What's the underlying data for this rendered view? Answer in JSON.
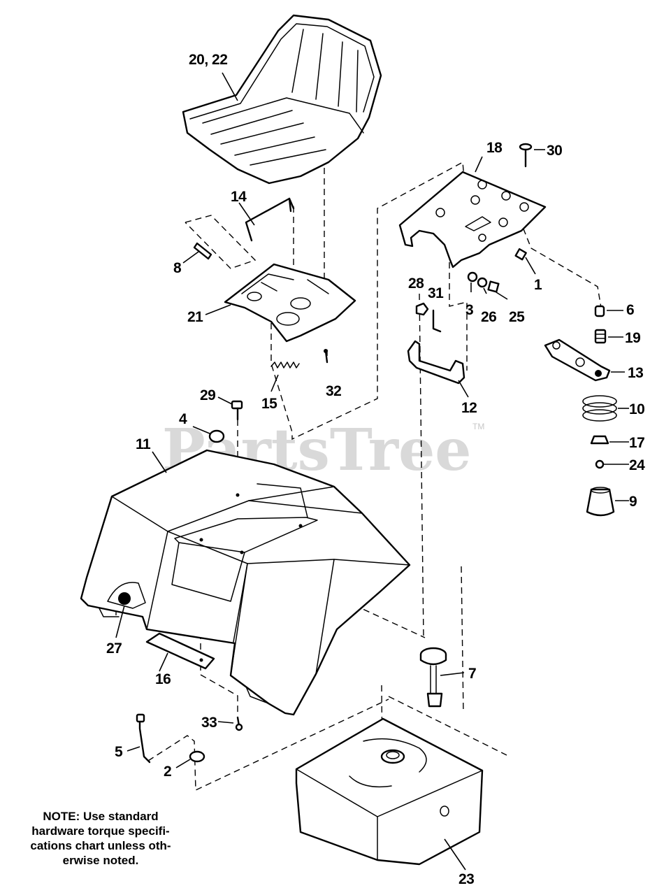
{
  "watermark": {
    "brand": "PartsTree",
    "trademark": "TM"
  },
  "callouts": {
    "c20_22": "20, 22",
    "c14": "14",
    "c8": "8",
    "c21": "21",
    "c15": "15",
    "c32": "32",
    "c18": "18",
    "c30": "30",
    "c1": "1",
    "c28": "28",
    "c31": "31",
    "c3": "3",
    "c26": "26",
    "c25": "25",
    "c6": "6",
    "c19": "19",
    "c13": "13",
    "c12": "12",
    "c10": "10",
    "c17": "17",
    "c24": "24",
    "c9": "9",
    "c29": "29",
    "c4": "4",
    "c11": "11",
    "c27": "27",
    "c16": "16",
    "c7": "7",
    "c33": "33",
    "c5": "5",
    "c2": "2",
    "c23": "23"
  },
  "note": {
    "line1": "NOTE: Use standard",
    "line2": "hardware torque specifi-",
    "line3": "cations chart unless oth-",
    "line4": "erwise noted."
  }
}
